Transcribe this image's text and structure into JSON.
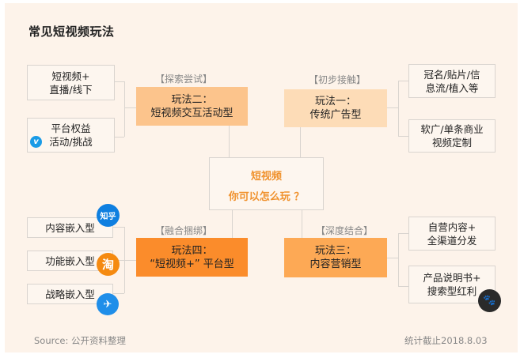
{
  "title": "常见短视频玩法",
  "center": {
    "line1": "短视频",
    "line2": "你可以怎么玩 ？"
  },
  "methods": [
    {
      "id": "m1",
      "tag": "【初步接触】",
      "label": "玩法一：\n传统广告型",
      "color": "#fddcb7",
      "subs": [
        "冠名/贴片/信\n息流/植入等",
        "软广/单条商业\n视频定制"
      ]
    },
    {
      "id": "m2",
      "tag": "【探索尝试】",
      "label": "玩法二：\n短视频交互活动型",
      "color": "#fcc48c",
      "subs": [
        "短视频+\n直播/线下",
        "平台权益\n活动/挑战"
      ]
    },
    {
      "id": "m3",
      "tag": "【深度结合】",
      "label": "玩法三：\n内容营销型",
      "color": "#fda955",
      "subs": [
        "自营内容+\n全渠道分发",
        "产品说明书+\n搜索型红利"
      ]
    },
    {
      "id": "m4",
      "tag": "【融合捆绑】",
      "label": "玩法四：\n“短视频+” 平台型",
      "color": "#fb8c2b",
      "subs": [
        "内容嵌入型",
        "功能嵌入型",
        "战略嵌入型"
      ]
    }
  ],
  "icons": {
    "vmeet": {
      "glyph": "v",
      "color": "#1a9be6"
    },
    "zhihu": {
      "glyph": "知乎",
      "color": "#0f7fe0"
    },
    "taobao": {
      "glyph": "淘",
      "color": "#f58a10"
    },
    "dingtalk": {
      "glyph": "✈",
      "color": "#1f8ee9"
    },
    "baidu": {
      "glyph": "🐾",
      "color": "#2a2a2a"
    }
  },
  "footer": {
    "source": "Source: 公开资料整理",
    "date": "统计截止2018.8.03"
  },
  "colors": {
    "accent": "#f0922e",
    "panel_bg": "#fdf3ea",
    "line": "#d9d4cf"
  }
}
